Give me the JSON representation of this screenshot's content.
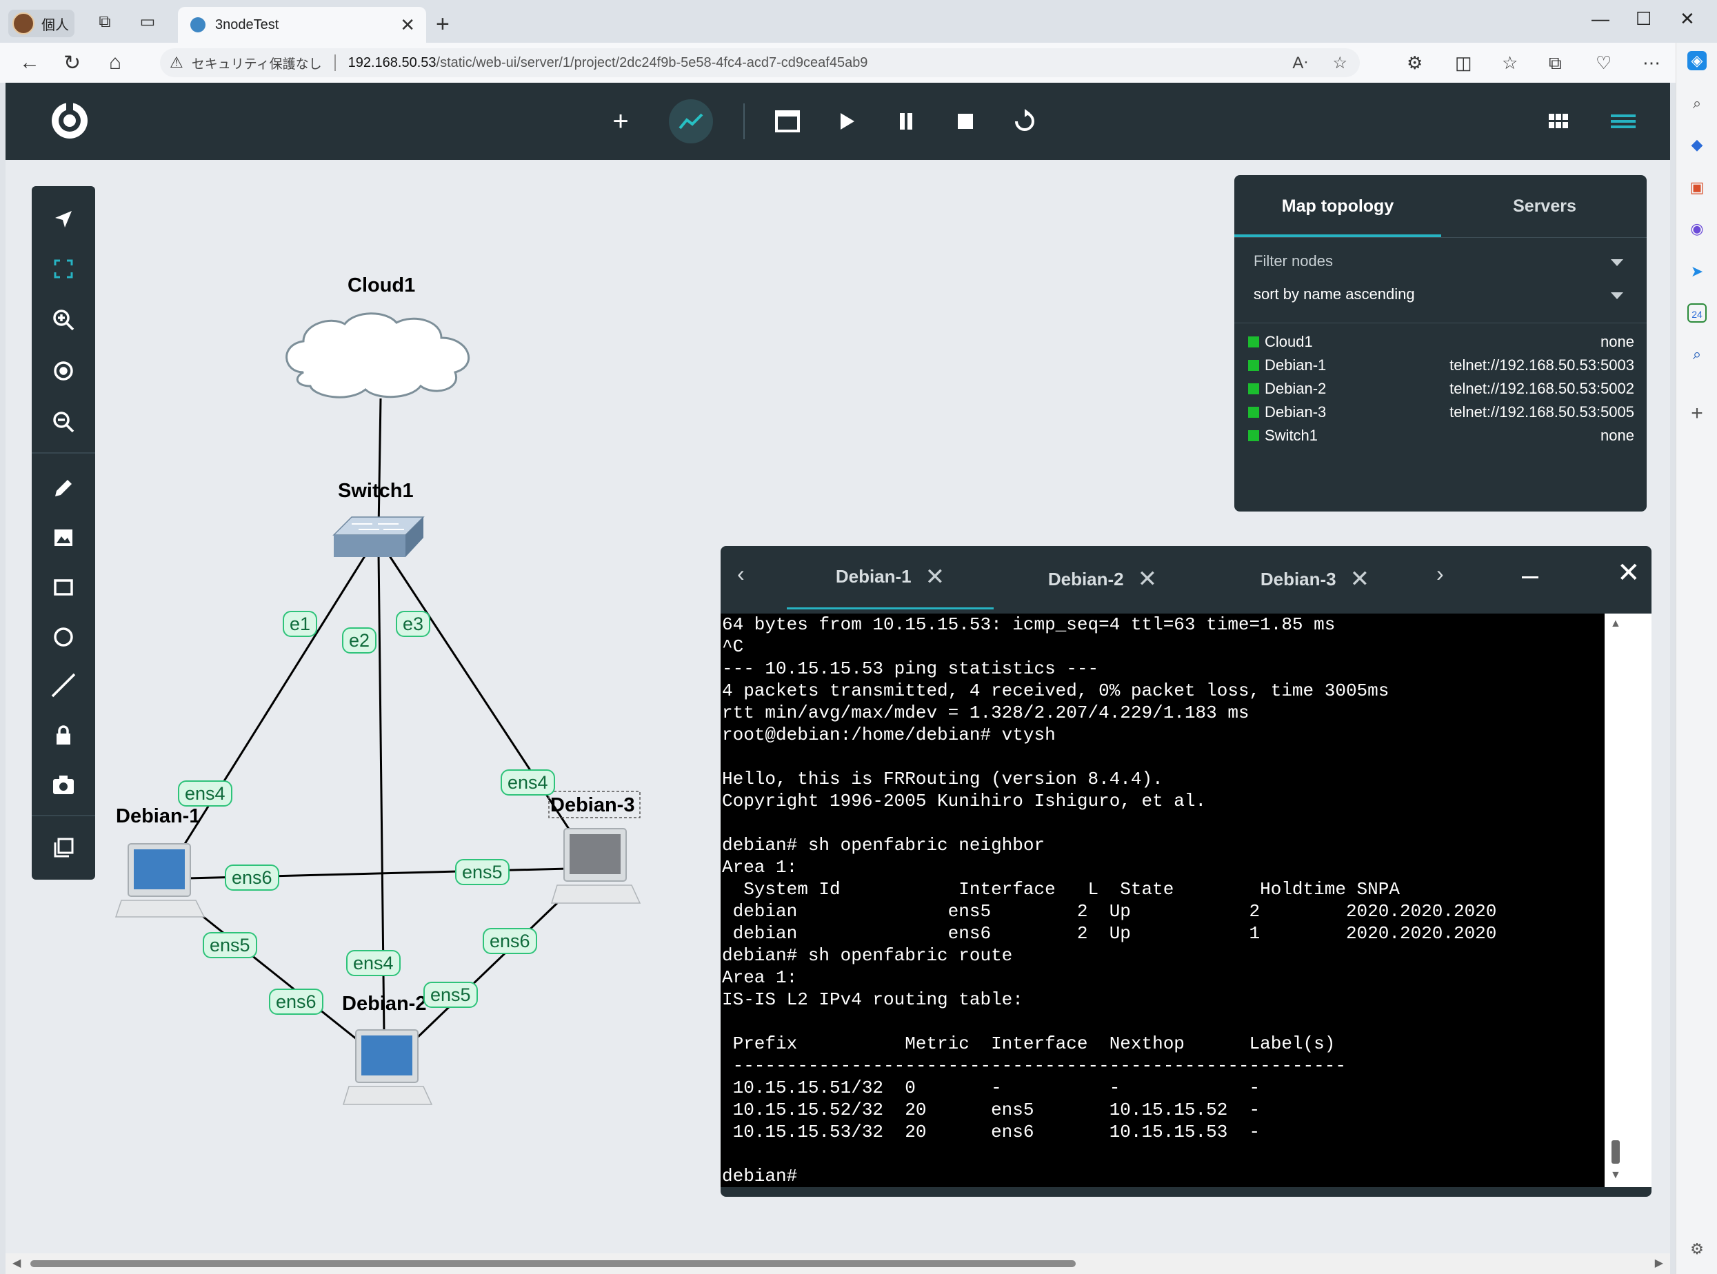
{
  "browser": {
    "profile_label": "個人",
    "tab_title": "3nodeTest",
    "security_label": "セキュリティ保護なし",
    "url_host": "192.168.50.53",
    "url_path": "/static/web-ui/server/1/project/2dc24f9b-5e58-4fc4-acd7-cd9ceaf45ab9"
  },
  "topology": {
    "nodes": [
      {
        "name": "Cloud1"
      },
      {
        "name": "Switch1"
      },
      {
        "name": "Debian-1"
      },
      {
        "name": "Debian-2"
      },
      {
        "name": "Debian-3"
      }
    ],
    "interfaces": [
      "e1",
      "e2",
      "e3",
      "ens4",
      "ens6",
      "ens5",
      "ens4",
      "ens5",
      "ens6",
      "ens6",
      "ens5",
      "ens4"
    ]
  },
  "panel": {
    "tabs": [
      "Map topology",
      "Servers"
    ],
    "filter_placeholder": "Filter nodes",
    "sort_label": "sort by name ascending",
    "nodes": [
      {
        "name": "Cloud1",
        "console": "none",
        "status_color": "#1bbd2e"
      },
      {
        "name": "Debian-1",
        "console": "telnet://192.168.50.53:5003",
        "status_color": "#1bbd2e"
      },
      {
        "name": "Debian-2",
        "console": "telnet://192.168.50.53:5002",
        "status_color": "#1bbd2e"
      },
      {
        "name": "Debian-3",
        "console": "telnet://192.168.50.53:5005",
        "status_color": "#1bbd2e"
      },
      {
        "name": "Switch1",
        "console": "none",
        "status_color": "#1bbd2e"
      }
    ]
  },
  "console": {
    "tabs": [
      "Debian-1",
      "Debian-2",
      "Debian-3"
    ],
    "active_tab": "Debian-1",
    "lines": [
      "64 bytes from 10.15.15.53: icmp_seq=4 ttl=63 time=1.85 ms",
      "^C",
      "--- 10.15.15.53 ping statistics ---",
      "4 packets transmitted, 4 received, 0% packet loss, time 3005ms",
      "rtt min/avg/max/mdev = 1.328/2.207/4.229/1.183 ms",
      "root@debian:/home/debian# vtysh",
      "",
      "Hello, this is FRRouting (version 8.4.4).",
      "Copyright 1996-2005 Kunihiro Ishiguro, et al.",
      "",
      "debian# sh openfabric neighbor",
      "Area 1:",
      "  System Id           Interface   L  State        Holdtime SNPA",
      " debian              ens5        2  Up           2        2020.2020.2020",
      " debian              ens6        2  Up           1        2020.2020.2020",
      "debian# sh openfabric route",
      "Area 1:",
      "IS-IS L2 IPv4 routing table:",
      "",
      " Prefix          Metric  Interface  Nexthop      Label(s)",
      " ---------------------------------------------------------",
      " 10.15.15.51/32  0       -          -            -",
      " 10.15.15.52/32  20      ens5       10.15.15.52  -",
      " 10.15.15.53/32  20      ens6       10.15.15.53  -",
      "",
      "debian#"
    ]
  },
  "colors": {
    "header_bg": "#263238",
    "accent": "#27b3c2",
    "link_label_border": "#2ec37a",
    "link_label_bg": "#d9f7e6"
  }
}
